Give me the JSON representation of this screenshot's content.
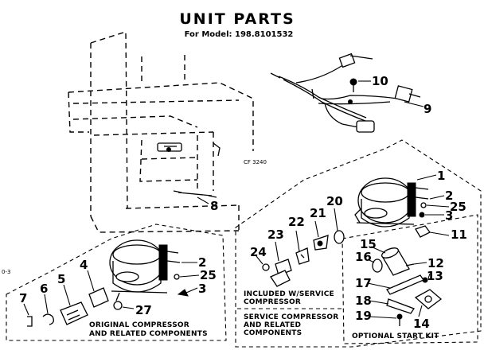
{
  "title": "UNIT PARTS",
  "model_line": "For Model: 198.8101532",
  "figure_code": "CF 3240",
  "margin_mark": "0-3",
  "part_numbers": {
    "p1": "1",
    "p2a": "2",
    "p2b": "2",
    "p3a": "3",
    "p3b": "3",
    "p4": "4",
    "p5": "5",
    "p6": "6",
    "p7": "7",
    "p8": "8",
    "p9": "9",
    "p10": "10",
    "p11": "11",
    "p12": "12",
    "p13": "13",
    "p14": "14",
    "p15": "15",
    "p16": "16",
    "p17": "17",
    "p18": "18",
    "p19": "19",
    "p20": "20",
    "p21": "21",
    "p22": "22",
    "p23": "23",
    "p24": "24",
    "p25a": "25",
    "p25b": "25",
    "p27": "27"
  },
  "captions": {
    "original_line1": "ORIGINAL COMPRESSOR",
    "original_line2": "AND RELATED COMPONENTS",
    "included_line1": "INCLUDED W/SERVICE",
    "included_line2": "COMPRESSOR",
    "service_line1": "SERVICE COMPRESSOR",
    "service_line2": "AND RELATED",
    "service_line3": "COMPONENTS",
    "optional": "OPTIONAL START KIT"
  }
}
